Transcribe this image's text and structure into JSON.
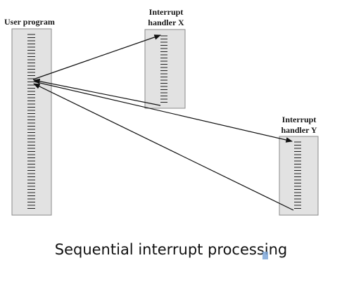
{
  "labels": {
    "user_program": "User program",
    "handler_x": "Interrupt\nhandler X",
    "handler_x_line1": "Interrupt",
    "handler_x_line2": "handler X",
    "handler_y_line1": "Interrupt",
    "handler_y_line2": "handler Y"
  },
  "caption": "Sequential interrupt processing",
  "colors": {
    "box_fill": "#e2e2e2",
    "box_stroke": "#8a8a8a",
    "line": "#111111"
  }
}
